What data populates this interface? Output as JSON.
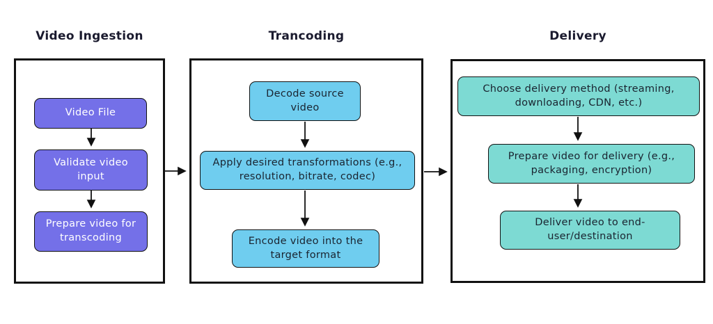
{
  "diagram": {
    "title_color": "#1A1A2E",
    "outline_color": "#111111",
    "arrow_color": "#111111",
    "background": "#FFFFFF",
    "columns": [
      {
        "title": "Video Ingestion",
        "box_color": "#7470E8",
        "box_text_color": "#FFFFFF",
        "steps": [
          "Video File",
          "Validate video input",
          "Prepare video for transcoding"
        ]
      },
      {
        "title": "Trancoding",
        "box_color": "#6FCDEF",
        "box_text_color": "#1A2430",
        "steps": [
          "Decode source video",
          "Apply desired transformations (e.g., resolution, bitrate, codec)",
          "Encode video into the target format"
        ]
      },
      {
        "title": "Delivery",
        "box_color": "#7DDAD3",
        "box_text_color": "#1A2430",
        "steps": [
          "Choose delivery method (streaming, downloading, CDN, etc.)",
          "Prepare video for delivery (e.g., packaging, encryption)",
          "Deliver video to end-user/destination"
        ]
      }
    ]
  }
}
